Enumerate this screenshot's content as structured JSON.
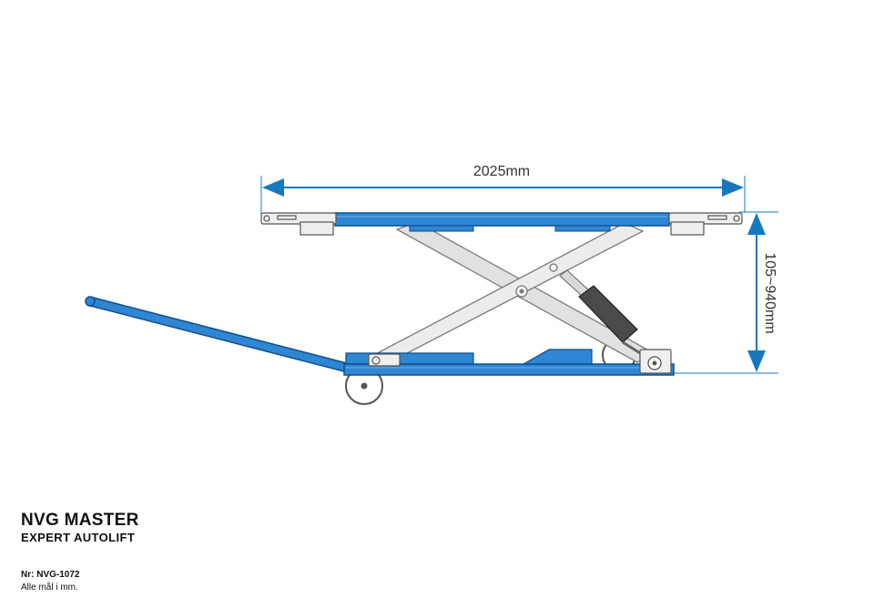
{
  "drawing": {
    "length_label": "2025mm",
    "height_label": "105~940mm",
    "colors": {
      "frame_blue": "#2f86d3",
      "frame_stroke": "#0f4f8c",
      "dimension_blue": "#1679bd",
      "scissor_grey": "#e1e1e1",
      "cylinder_dark": "#4a4a4a"
    },
    "icons": [
      "lift-platform",
      "scissor-arms",
      "hydraulic-cylinder",
      "tow-handle",
      "wheel"
    ]
  },
  "footer": {
    "title": "NVG MASTER",
    "subtitle": "EXPERT AUTOLIFT",
    "model_number": "Nr: NVG-1072",
    "units_note": "Alle mål i mm."
  }
}
